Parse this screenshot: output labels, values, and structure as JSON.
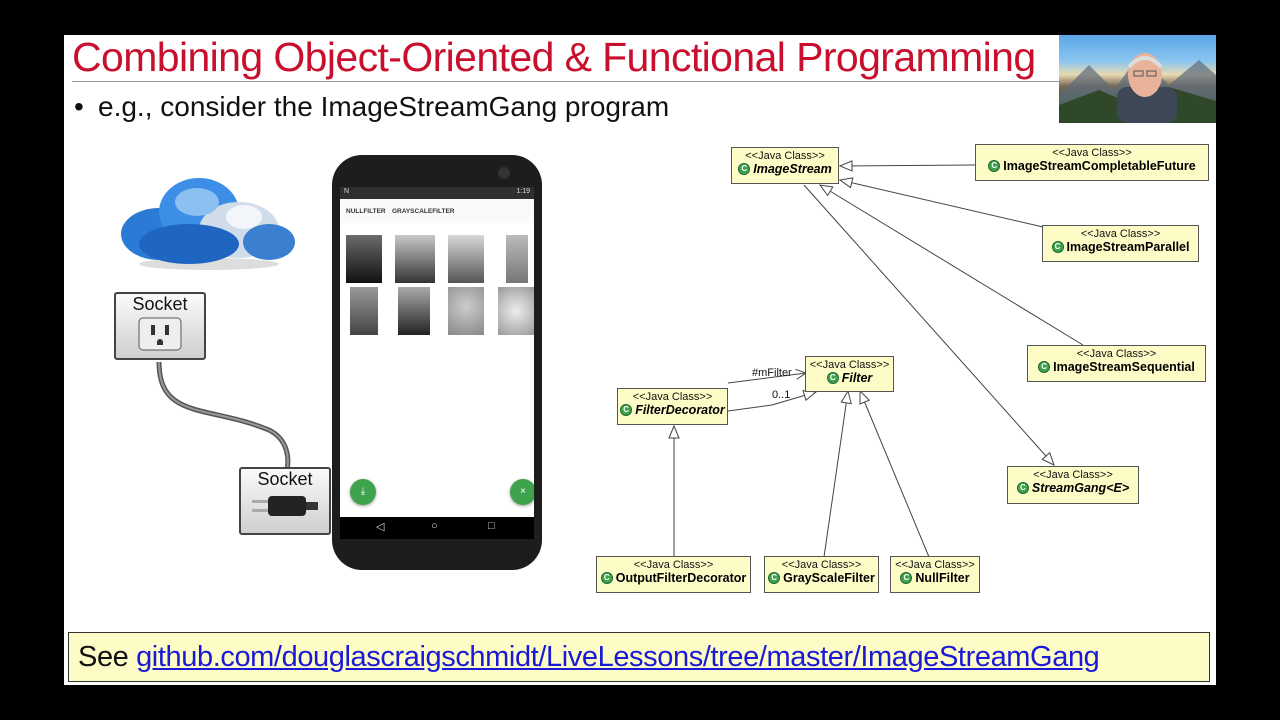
{
  "slide": {
    "title": "Combining Object-Oriented & Functional Programming",
    "bullet": "e.g., consider the ImageStreamGang program"
  },
  "footer": {
    "prefix": "See",
    "link": "github.com/douglascraigschmidt/LiveLessons/tree/master/ImageStreamGang"
  },
  "illustration": {
    "socket_label_top": "Socket",
    "socket_label_bottom": "Socket"
  },
  "phone": {
    "status_time": "1:19",
    "tabs": [
      "NULLFILTER",
      "GRAYSCALEFILTER"
    ],
    "nav_icons": [
      "back-icon",
      "home-icon",
      "recents-icon"
    ],
    "fab_left_icon": "download-icon",
    "fab_right_icon": "close-icon"
  },
  "uml": {
    "stereotype": "<<Java Class>>",
    "classes": {
      "image_stream": "ImageStream",
      "completable_future": "ImageStreamCompletableFuture",
      "parallel": "ImageStreamParallel",
      "sequential": "ImageStreamSequential",
      "stream_gang": "StreamGang<E>",
      "filter": "Filter",
      "filter_decorator": "FilterDecorator",
      "output_filter_decorator": "OutputFilterDecorator",
      "grayscale_filter": "GrayScaleFilter",
      "null_filter": "NullFilter"
    },
    "assoc_role": "#mFilter",
    "assoc_multiplicity": "0..1"
  },
  "colors": {
    "title": "#c8102e",
    "uml_fill": "#fdfcc6",
    "link": "#1a1ad6",
    "class_icon": "#3fa34d"
  }
}
